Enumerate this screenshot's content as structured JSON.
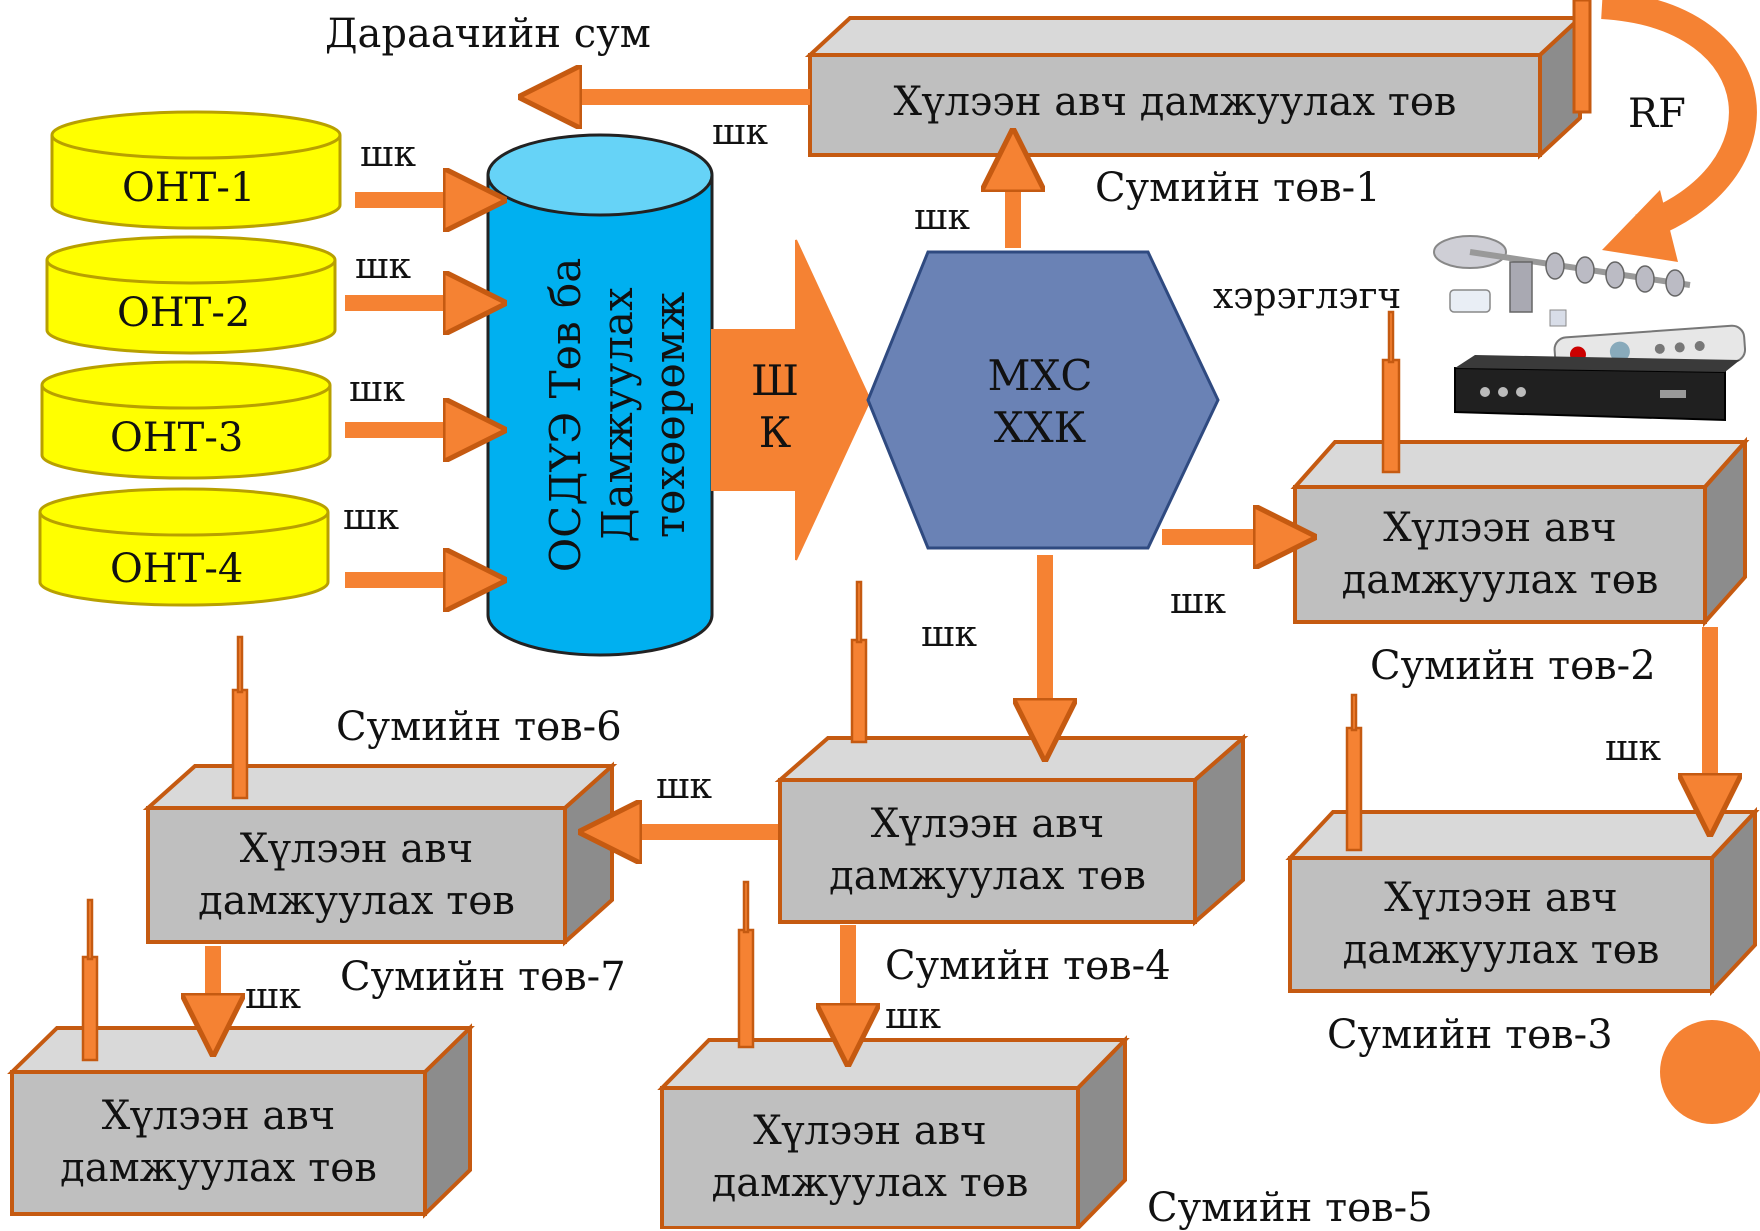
{
  "boxes": {
    "top": "Хүлээн авч дамжуулах төв",
    "right": "Хүлээн авч дамжуулах төв",
    "right_lower": "Хүлээн авч дамжуулах төв",
    "middle": "Хүлээн авч дамжуулах төв",
    "left": "Хүлээн авч дамжуулах төв",
    "bottom_left": "Хүлээн авч дамжуулах төв",
    "bottom_middle": "Хүлээн авч дамжуулах төв"
  },
  "discs": [
    "ОНТ-1",
    "ОНТ-2",
    "ОНТ-3",
    "ОНТ-4"
  ],
  "cylinder": "ОСДҮЭ Төв ба Дамжуулах төхөөрөмж",
  "big_arrow": "Ш К",
  "hexagon": "МХС ХХК",
  "labels": {
    "next_sum": "Дараачийн сум",
    "rf": "RF",
    "consumer": "хэрэглэгч",
    "sum1": "Сумийн төв-1",
    "sum2": "Сумийн төв-2",
    "sum3": "Сумийн төв-3",
    "sum4": "Сумийн төв-4",
    "sum5": "Сумийн төв-5",
    "sum6": "Сумийн төв-6",
    "sum7": "Сумийн төв-7"
  },
  "link_label": "шк",
  "colors": {
    "orange": "#f58233",
    "orange_border": "#c55a11",
    "box_front": "#bfbfbf",
    "box_top": "#d9d9d9",
    "box_side": "#8c8c8c",
    "disc": "#ffff00",
    "cylinder": "#00b0f0",
    "cylinder_top": "#66d3f7",
    "hexagon": "#6a82b5"
  },
  "icons": [
    "antenna-icon",
    "set-top-box-icon",
    "remote-icon"
  ]
}
